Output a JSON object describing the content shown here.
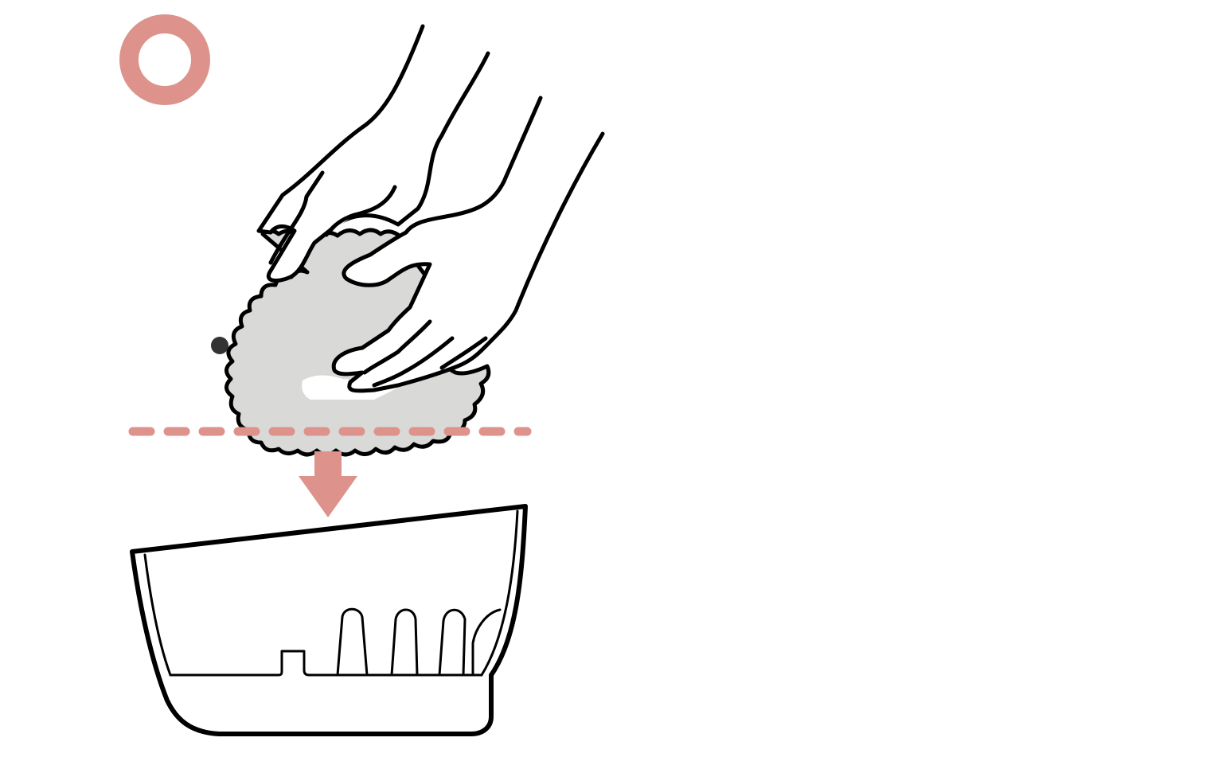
{
  "illustration": {
    "indicator": {
      "meaning": "correct",
      "icon": "circle-ok-icon"
    },
    "action_arrow": {
      "direction": "down",
      "icon": "arrow-down-icon"
    },
    "subject": "wet-object-held-in-both-hands",
    "container": "basin"
  },
  "colors": {
    "accent": "#dd938c",
    "stroke": "#000000",
    "fill_subject": "#d9dad8",
    "eye": "#333333",
    "background": "#ffffff"
  }
}
